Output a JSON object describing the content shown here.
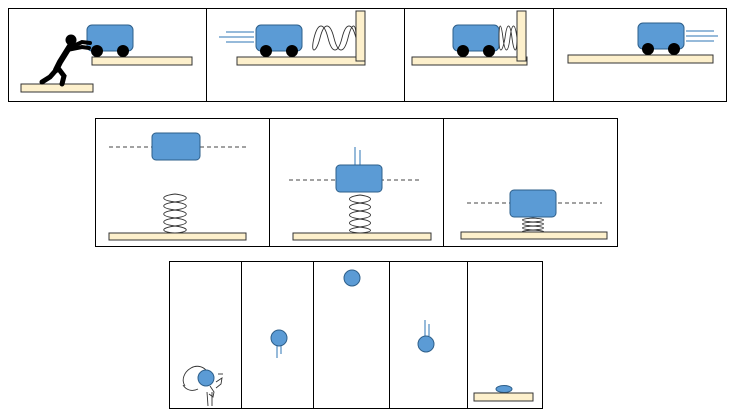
{
  "colors": {
    "cart_body": "#5b9bd5",
    "cart_outline": "#2e5f8a",
    "wheel": "#000000",
    "floor": "#fdf0cc",
    "floor_outline": "#333333",
    "motion_lines": "#2e75b6",
    "spring": "#333333",
    "dashed_line": "#444444",
    "person": "#000000"
  },
  "rows": [
    {
      "name": "cart-and-wall-spring",
      "panels": [
        "push",
        "move-toward-spring",
        "compress-spring",
        "rebound"
      ]
    },
    {
      "name": "block-on-vertical-spring",
      "panels": [
        "block-above",
        "block-falling",
        "spring-compressed"
      ]
    },
    {
      "name": "ball-thrown-up",
      "panels": [
        "throw",
        "rising",
        "top",
        "falling",
        "landed"
      ]
    }
  ]
}
